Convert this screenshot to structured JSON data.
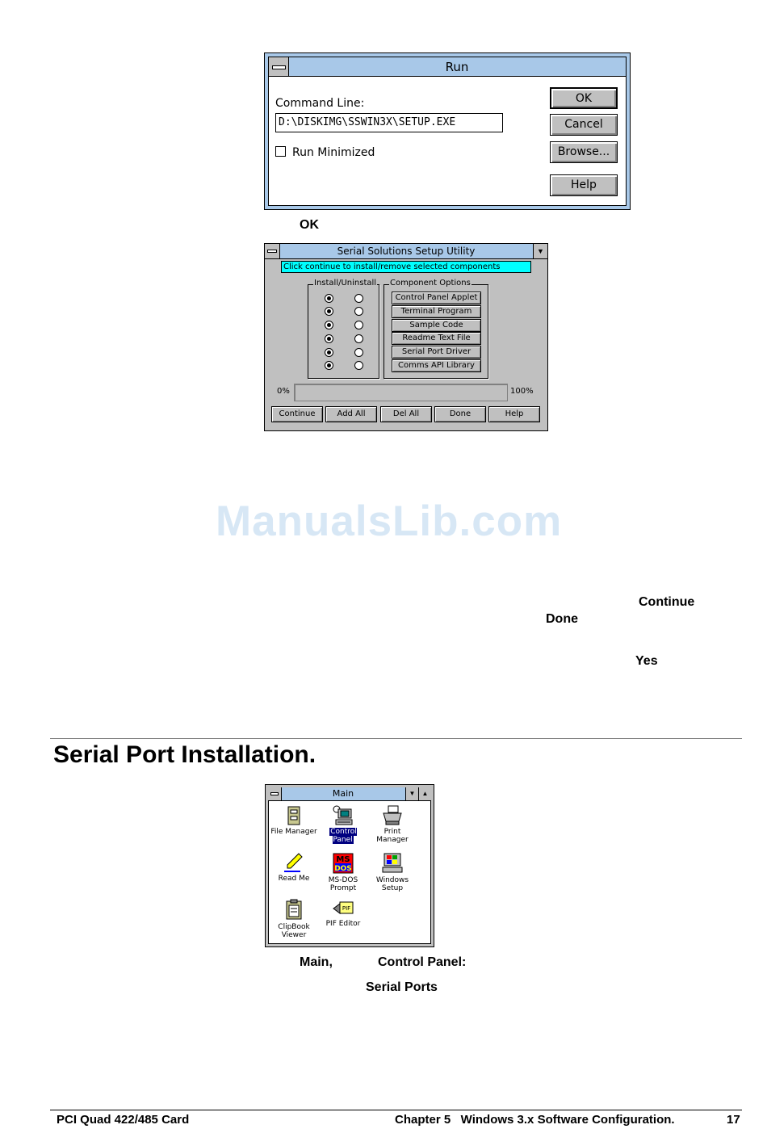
{
  "run_dialog": {
    "title": "Run",
    "command_line_label": "Command Line:",
    "command_line_value": "D:\\DISKIMG\\SSWIN3X\\SETUP.EXE",
    "run_minimized_label": "Run Minimized",
    "run_minimized_checked": false,
    "buttons": {
      "ok": "OK",
      "cancel": "Cancel",
      "browse": "Browse...",
      "help": "Help"
    }
  },
  "caption_ok": "OK",
  "setup_utility": {
    "title": "Serial Solutions Setup Utility",
    "status_text": "Click continue to install/remove selected components",
    "install_group_label": "Install/Uninstall",
    "options_group_label": "Component Options",
    "components": [
      {
        "label": "Control Panel Applet",
        "install": true
      },
      {
        "label": "Terminal Program",
        "install": true
      },
      {
        "label": "Sample Code",
        "install": true
      },
      {
        "label": "Readme Text File",
        "install": true
      },
      {
        "label": "Serial Port Driver",
        "install": true
      },
      {
        "label": "Comms API Library",
        "install": true
      }
    ],
    "progress_min_label": "0%",
    "progress_max_label": "100%",
    "progress": 0,
    "buttons": {
      "continue": "Continue",
      "add_all": "Add All",
      "del_all": "Del All",
      "done": "Done",
      "help": "Help"
    }
  },
  "watermark": "ManualsLib.com",
  "body_words": {
    "continue": "Continue",
    "done": "Done",
    "yes": "Yes"
  },
  "section_heading": "Serial Port Installation.",
  "main_window": {
    "title": "Main",
    "icons": [
      {
        "label": "File Manager",
        "icon": "file-manager-icon"
      },
      {
        "label": "Control Panel",
        "icon": "control-panel-icon",
        "selected": true
      },
      {
        "label": "Print Manager",
        "icon": "print-manager-icon"
      },
      {
        "label": "Read Me",
        "icon": "read-me-icon"
      },
      {
        "label": "MS-DOS Prompt",
        "icon": "ms-dos-icon"
      },
      {
        "label": "Windows Setup",
        "icon": "windows-setup-icon"
      },
      {
        "label": "ClipBook Viewer",
        "icon": "clipbook-icon"
      },
      {
        "label": "PIF Editor",
        "icon": "pif-editor-icon"
      }
    ]
  },
  "captions": {
    "main": "Main,",
    "control_panel": "Control Panel:",
    "serial_ports": "Serial Ports"
  },
  "footer": {
    "left": "PCI Quad 422/485 Card",
    "chapter": "Chapter 5   Windows 3.x Software Configuration.",
    "page": "17"
  }
}
